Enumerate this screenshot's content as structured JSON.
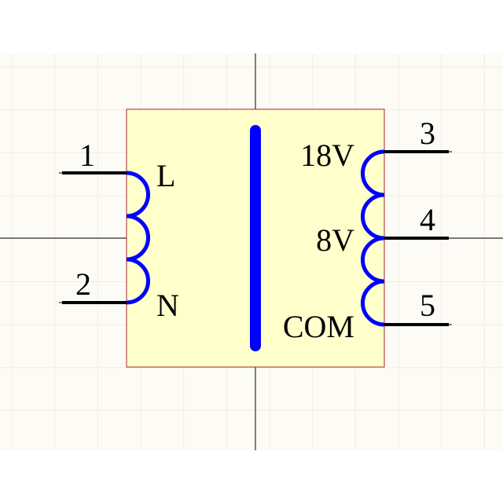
{
  "colors": {
    "page_bg": "#ffffff",
    "sheet_bg": "#fdfbf5",
    "grid": "#efece4",
    "crosshair": "#000000",
    "body_fill": "#ffffcc",
    "body_border": "#a52a2a",
    "coil": "#0000ff",
    "core": "#0000ff",
    "pin": "#000000"
  },
  "component": {
    "primary_pins": [
      {
        "number": "1",
        "label": "L"
      },
      {
        "number": "2",
        "label": "N"
      }
    ],
    "secondary_pins": [
      {
        "number": "3",
        "label": "18V"
      },
      {
        "number": "4",
        "label": "8V"
      },
      {
        "number": "5",
        "label": "COM"
      }
    ]
  }
}
